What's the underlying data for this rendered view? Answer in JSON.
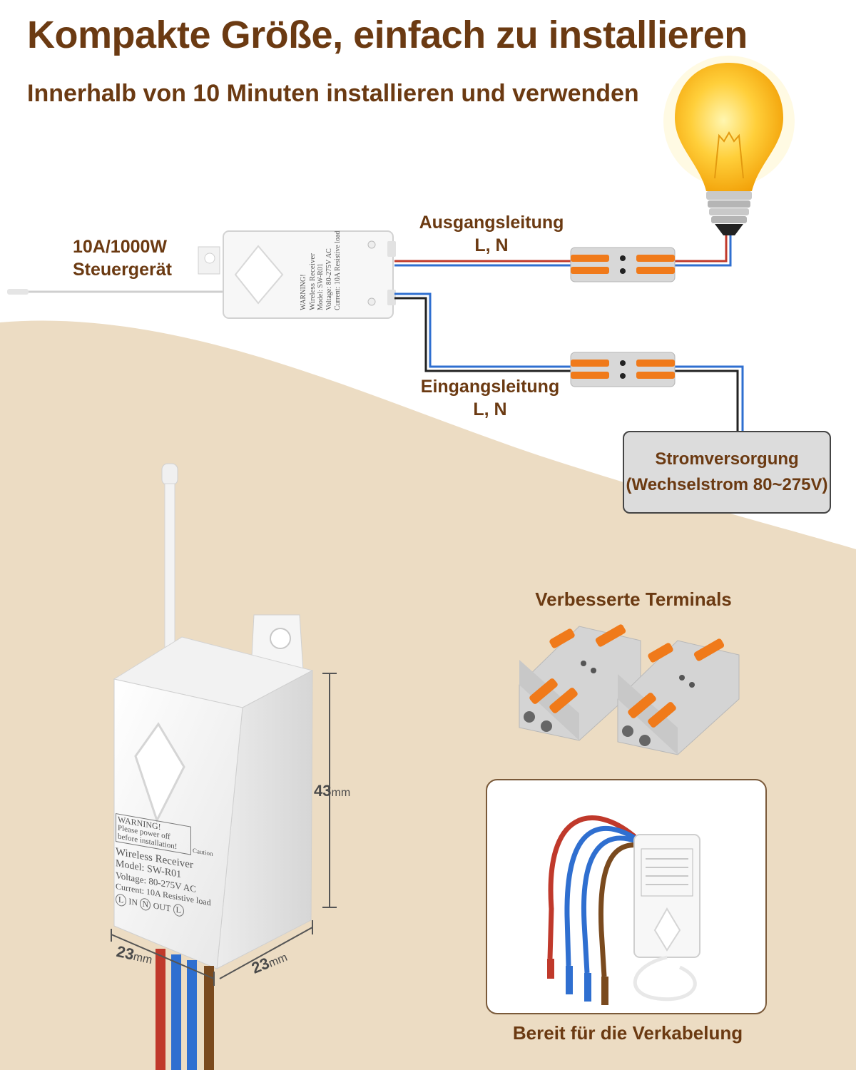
{
  "header": {
    "title": "Kompakte Größe, einfach zu installieren",
    "subtitle": "Innerhalb von 10 Minuten installieren und verwenden"
  },
  "diagram": {
    "controller_label_line1": "10A/1000W",
    "controller_label_line2": "Steuergerät",
    "output_label_line1": "Ausgangsleitung",
    "output_label_line2": "L, N",
    "input_label_line1": "Eingangsleitung",
    "input_label_line2": "L, N",
    "power_line1": "Stromversorgung",
    "power_line2": "(Wechselstrom 80~275V)"
  },
  "device_label": {
    "warning": "WARNING!",
    "warning_text1": "Please power off",
    "warning_text2": "before installation!",
    "caution": "Caution",
    "name": "Wireless Receiver",
    "model": "Model: SW-R01",
    "voltage": "Voltage: 80-275V AC",
    "current": "Current: 10A Resistive load",
    "in": "IN",
    "out": "OUT",
    "l": "L",
    "n": "N"
  },
  "dimensions": {
    "height_value": "43",
    "width_value": "23",
    "depth_value": "23",
    "unit": "mm"
  },
  "terminals_caption": "Verbesserte Terminals",
  "wiring_caption": "Bereit für die Verkabelung",
  "colors": {
    "title_brown": "#6b3a12",
    "background_beige": "#ecdcc3",
    "wire_red": "#c0392b",
    "wire_blue": "#2f6fd0",
    "wire_brown": "#7a4a1e",
    "connector_orange": "#f07a1a"
  }
}
